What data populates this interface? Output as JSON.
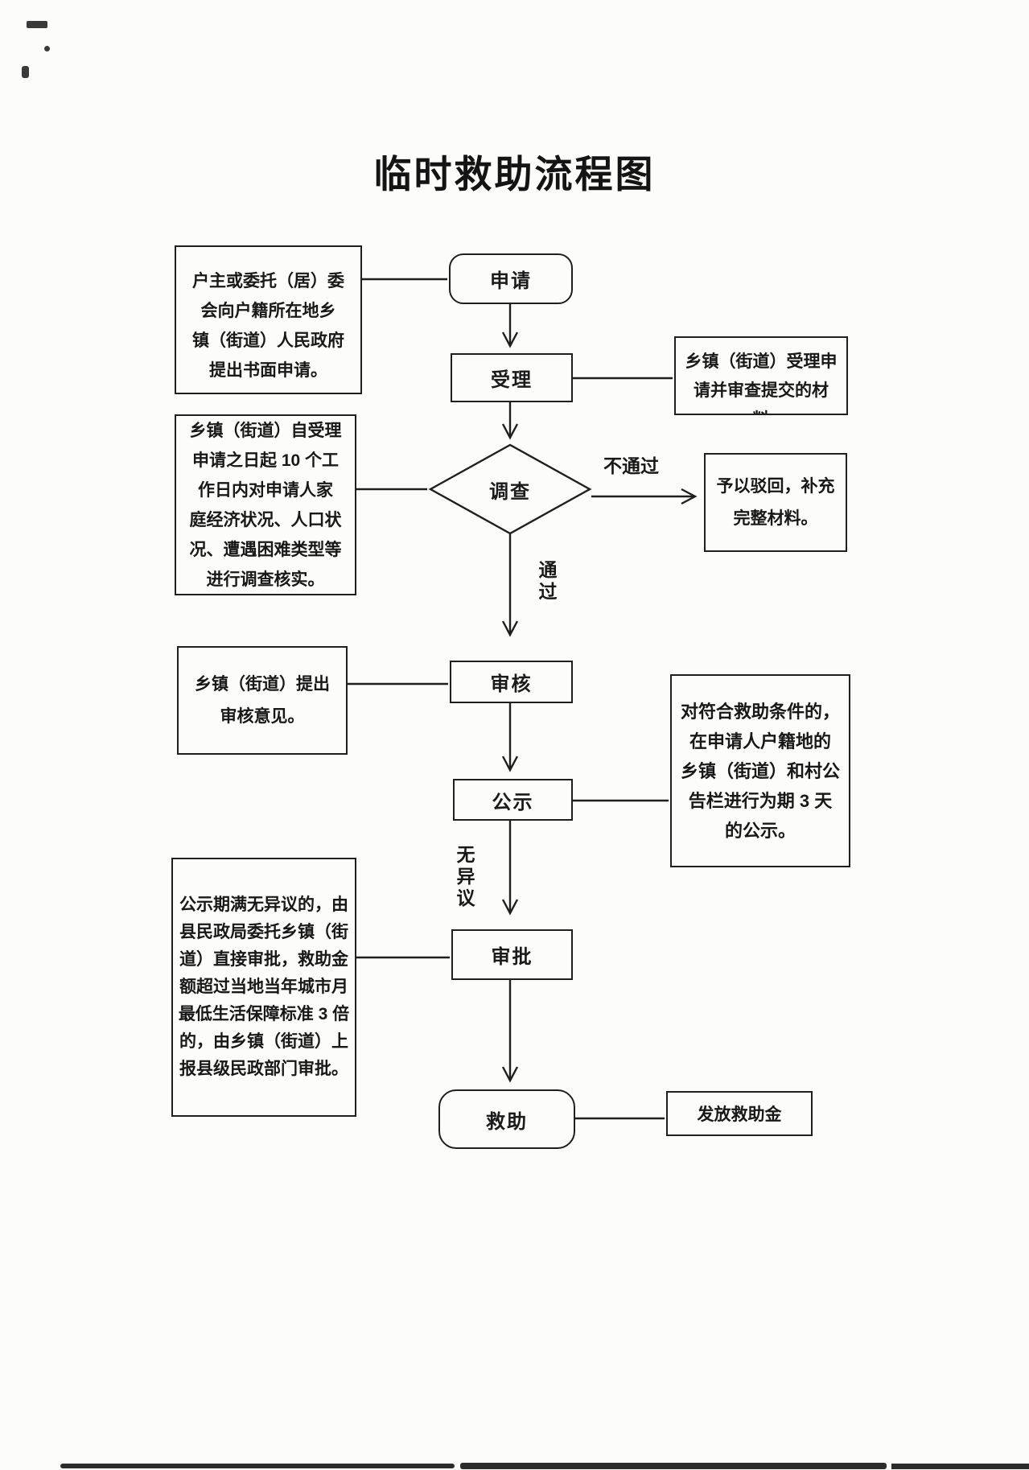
{
  "title": "临时救助流程图",
  "nodes": {
    "apply": "申请",
    "accept": "受理",
    "investigate": "调查",
    "review": "审核",
    "publicity": "公示",
    "approve": "审批",
    "assist": "救助"
  },
  "edge_labels": {
    "not_pass": "不通过",
    "pass": "通过",
    "no_objection": "无异议"
  },
  "notes": {
    "apply_note": "户主或委托（居）委\n会向户籍所在地乡\n镇（街道）人民政府\n提出书面申请。",
    "accept_note": "乡镇（街道）受理申\n请并审查提交的材\n料",
    "investigate_note": "乡镇（街道）自受理\n申请之日起 10 个工\n作日内对申请人家\n庭经济状况、人口状\n况、遭遇困难类型等\n进行调查核实。",
    "reject_note": "予以驳回，补充\n完整材料。",
    "review_note": "乡镇（街道）提出\n审核意见。",
    "publicity_note": "对符合救助条件的，\n在申请人户籍地的\n乡镇（街道）和村公\n告栏进行为期 3 天\n的公示。",
    "approve_note": "公示期满无异议的，由\n县民政局委托乡镇（街\n道）直接审批，救助金\n额超过当地当年城市月\n最低生活保障标准 3 倍\n的，由乡镇（街道）上\n报县级民政部门审批。",
    "grant_note": "发放救助金"
  },
  "colors": {
    "ink": "#1f1f1f",
    "paper": "#fcfcfa"
  }
}
